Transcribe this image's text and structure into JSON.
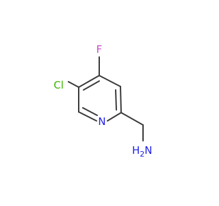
{
  "molecule": {
    "atoms": {
      "cl": {
        "symbol": "Cl",
        "color": "#3cb400"
      },
      "f": {
        "symbol": "F",
        "color": "#c84dc8"
      },
      "n": {
        "symbol": "N",
        "color": "#2020e6"
      },
      "nh2": {
        "n": "N",
        "h": "H",
        "sub": "2",
        "color": "#2020e6"
      }
    },
    "bond_color": "#3a3a3a"
  }
}
